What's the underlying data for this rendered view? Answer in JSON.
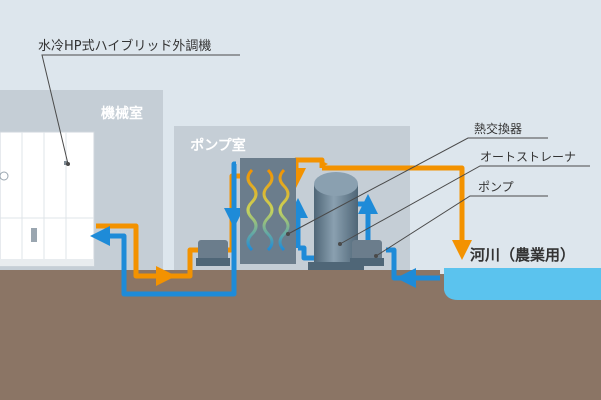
{
  "labels": {
    "hvac_unit": "水冷HP式ハイブリッド外調機",
    "machine_room": "機械室",
    "pump_room": "ポンプ室",
    "heat_exchanger": "熱交換器",
    "auto_strainer": "オートストレーナ",
    "pump": "ポンプ",
    "river": "河川（農業用）"
  },
  "colors": {
    "sky": "#dde6ed",
    "ground": "#8b7565",
    "building": "#c5ced6",
    "warm_pipe": "#f39200",
    "cool_pipe": "#1e8bd8",
    "water": "#5bc3ee",
    "equipment": "#6b7d8c",
    "label_line": "#4a4a4a"
  }
}
